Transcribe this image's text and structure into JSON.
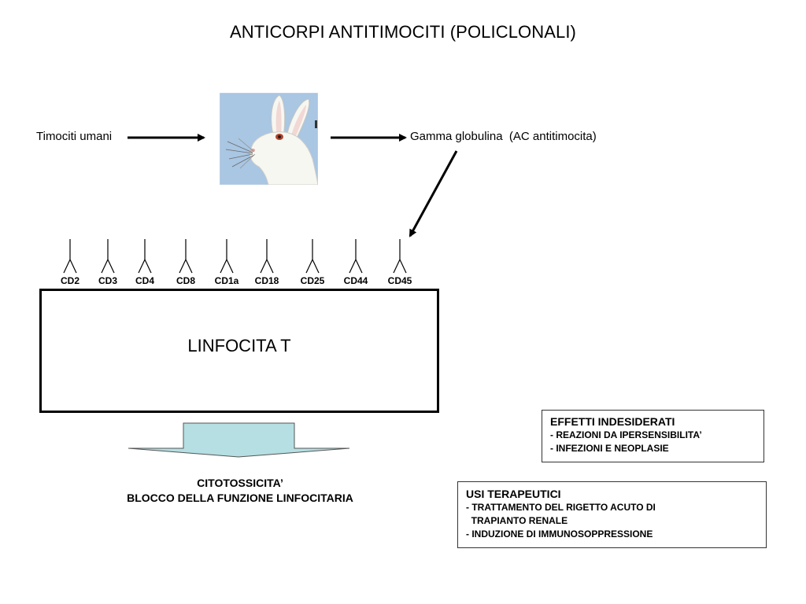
{
  "title": "ANTICORPI ANTITIMOCITI (POLICLONALI)",
  "flow": {
    "source_label": "Timociti umani",
    "product_label": "Gamma globulina  (AC antitimocita)"
  },
  "markers": [
    "CD2",
    "CD3",
    "CD4",
    "CD8",
    "CD1a",
    "CD18",
    "CD25",
    "CD44",
    "CD45"
  ],
  "cell": {
    "label": "LINFOCITA T"
  },
  "effect": {
    "line1": "CITOTOSSICITA’",
    "line2": "BLOCCO DELLA FUNZIONE LINFOCITARIA"
  },
  "side_effects": {
    "title": "EFFETTI INDESIDERATI",
    "items": [
      "- REAZIONI DA IPERSENSIBILITA’",
      "- INFEZIONI E NEOPLASIE"
    ]
  },
  "therapeutic_uses": {
    "title": "USI TERAPEUTICI",
    "items": [
      "- TRATTAMENTO DEL RIGETTO ACUTO DI",
      "  TRAPIANTO RENALE",
      "- INDUZIONE DI IMMUNOSOPPRESSIONE"
    ]
  },
  "colors": {
    "rabbit_background": "#a9c6e3",
    "block_arrow_fill": "#b5dfe2"
  }
}
